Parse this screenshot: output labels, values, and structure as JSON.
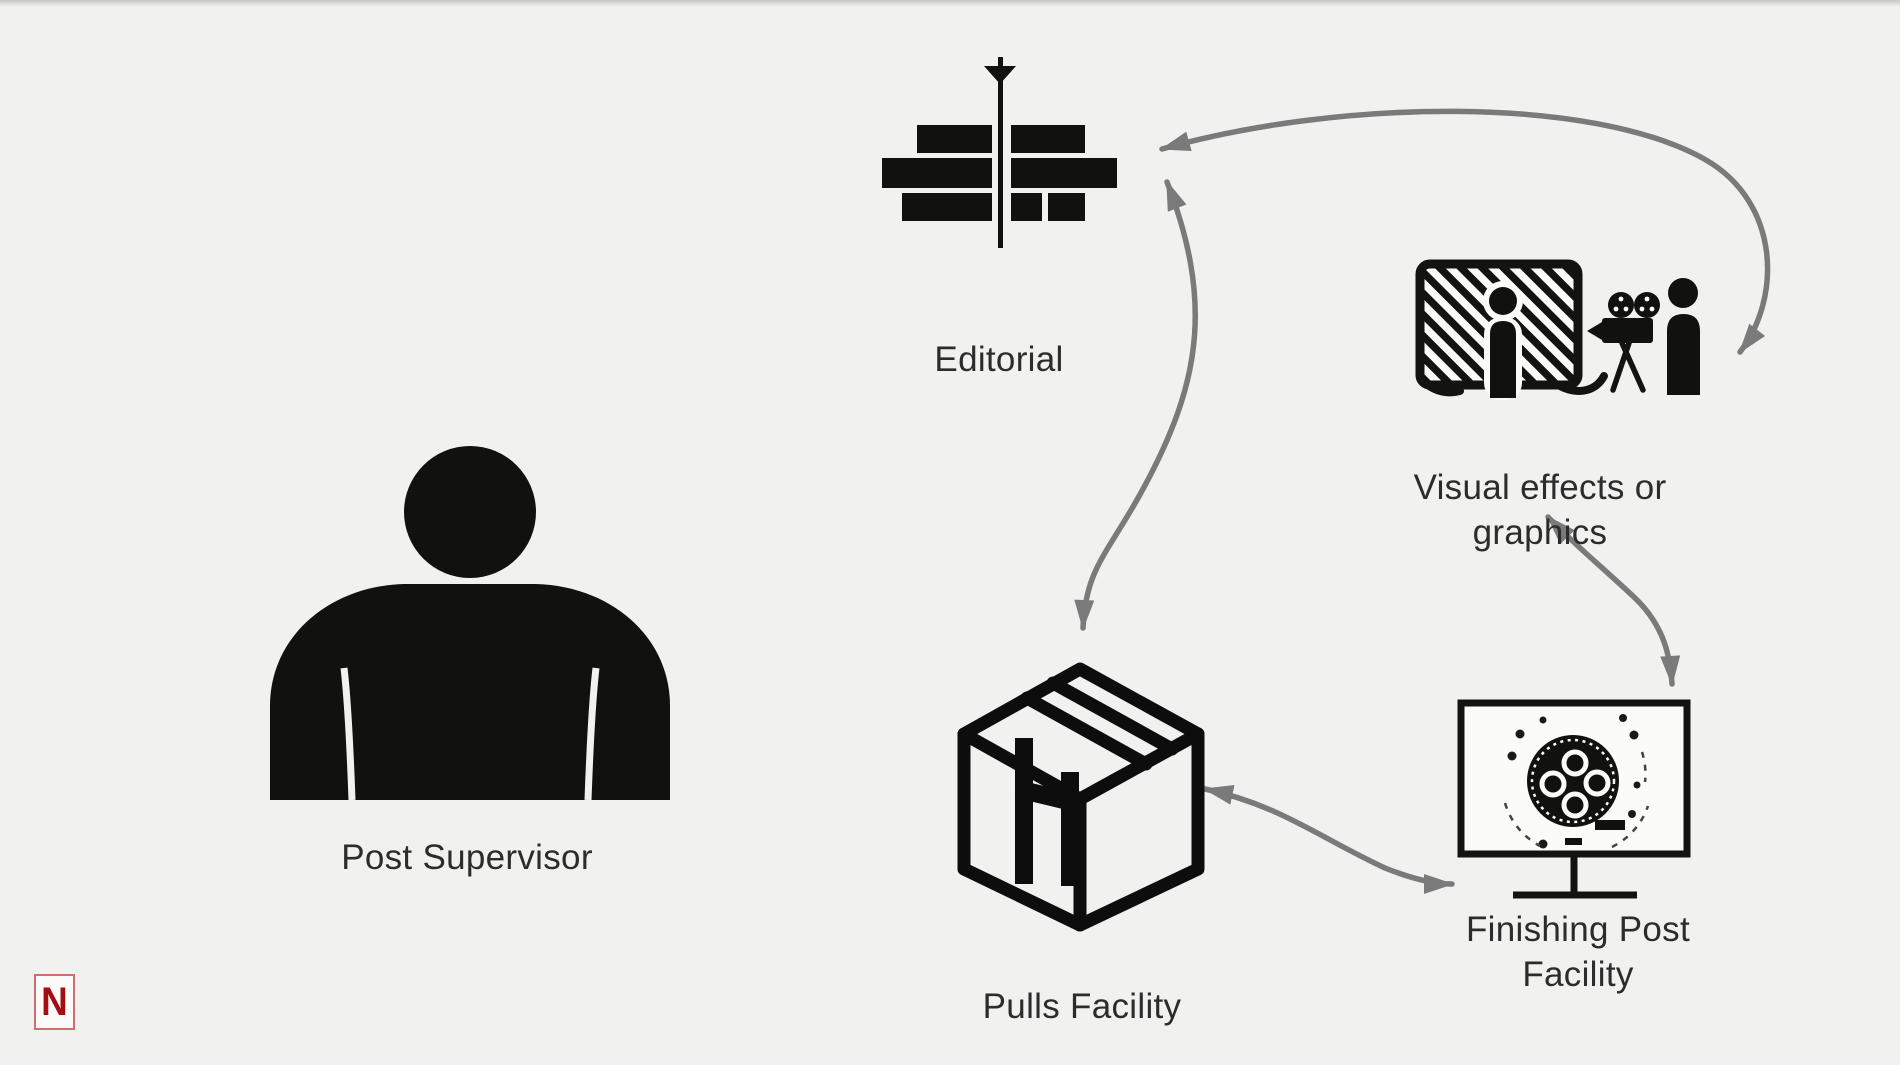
{
  "diagram": {
    "title_hint": "post-production workflow",
    "background_color": "#f1f1ef",
    "icon_color": "#111110",
    "arrow_color": "#7a7a7a",
    "text_color": "#2c2c2c",
    "nodes": {
      "post_supervisor": {
        "label": "Post Supervisor",
        "icon": "person-silhouette-icon"
      },
      "editorial": {
        "label": "Editorial",
        "icon": "edit-timeline-playhead-icon"
      },
      "visual_effects": {
        "label": "Visual effects or graphics",
        "icon": "greenscreen-camera-people-icon"
      },
      "pulls_facility": {
        "label": "Pulls Facility",
        "icon": "shipping-box-icon"
      },
      "finishing_post_facility": {
        "label": "Finishing Post\nFacility",
        "icon": "monitor-film-reel-icon"
      }
    },
    "edges": [
      {
        "from": "Editorial",
        "to": "Visual effects or graphics",
        "style": "bidirectional curved arrow"
      },
      {
        "from": "Editorial",
        "to": "Pulls Facility",
        "style": "bidirectional curved arrow"
      },
      {
        "from": "Visual effects or graphics",
        "to": "Finishing Post Facility",
        "style": "bidirectional curved arrow"
      },
      {
        "from": "Pulls Facility",
        "to": "Finishing Post Facility",
        "style": "bidirectional curved arrow"
      }
    ],
    "watermark": {
      "letter": "N",
      "red": "#a50d14",
      "border": "#cf6d72"
    }
  }
}
